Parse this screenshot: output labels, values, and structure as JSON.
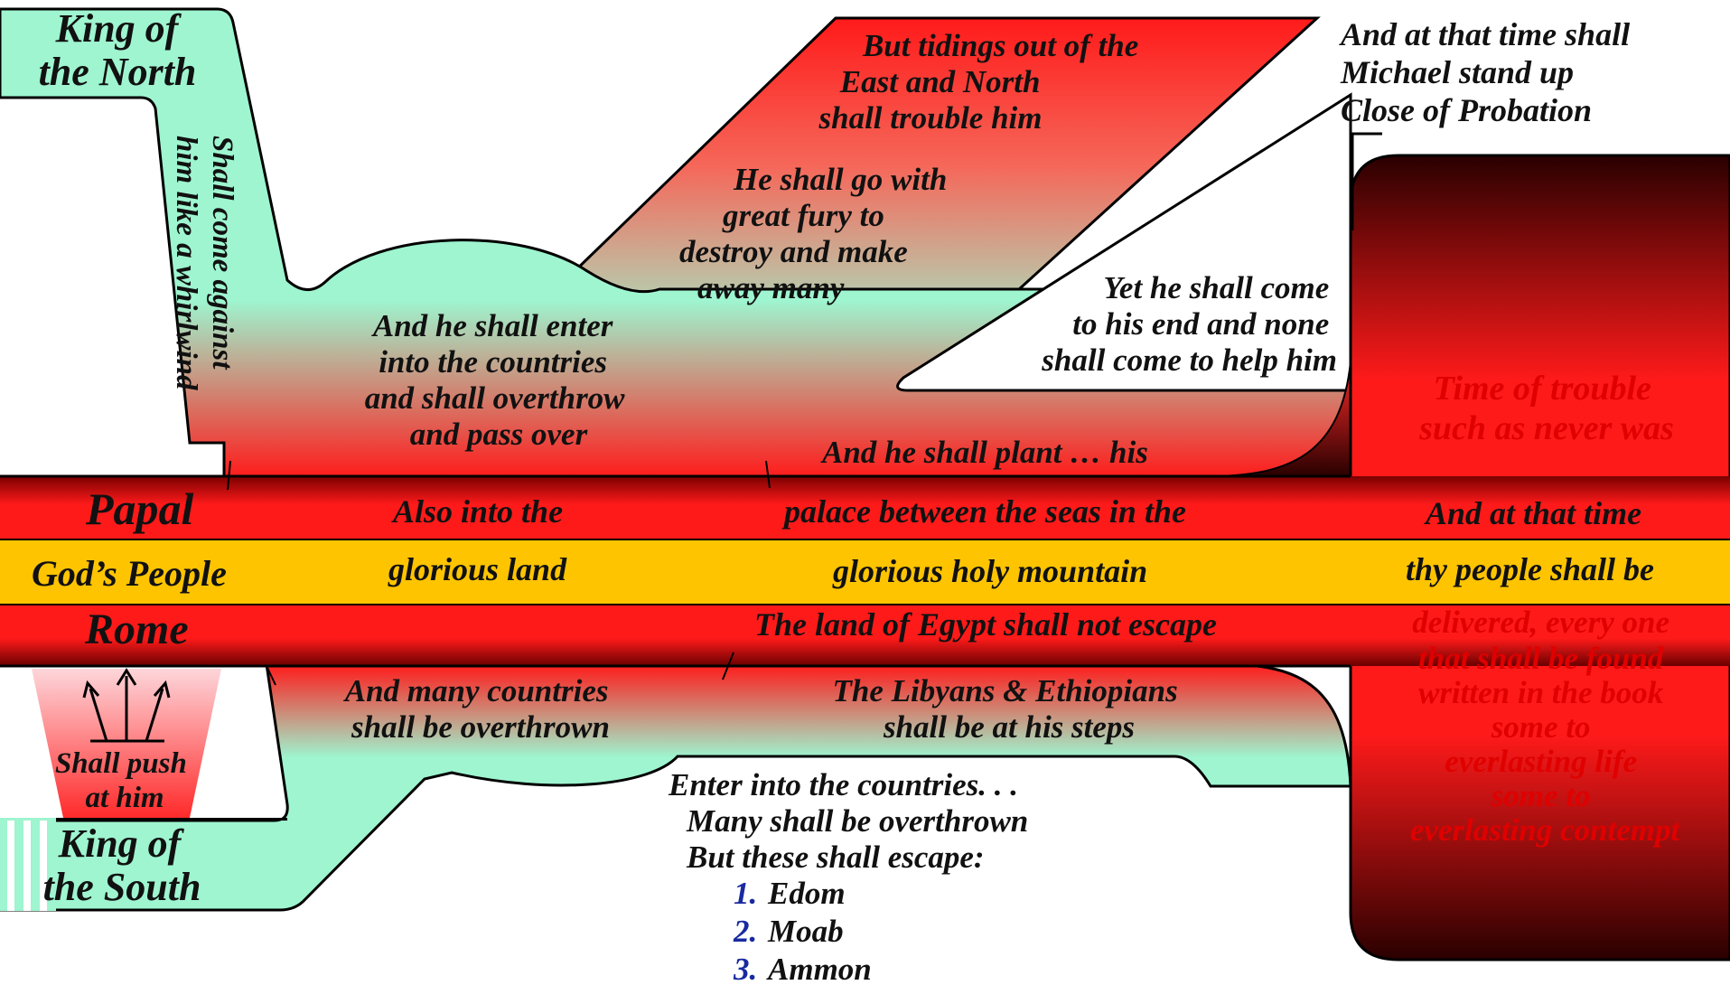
{
  "colors": {
    "aqua": "#9ef5d0",
    "red": "#ff1a1a",
    "dark_red": "#6a0000",
    "gold": "#ffc400",
    "pink": "#f7a0a8",
    "text": "#111111",
    "list_number": "#1a2aa0"
  },
  "labels": {
    "king_north": [
      "King of",
      "the North"
    ],
    "king_south": [
      "King of",
      "the South"
    ],
    "whirlwind": [
      "Shall come against",
      "him like a whirlwind"
    ],
    "push": [
      "Shall push",
      "at him"
    ],
    "tidings": [
      "But tidings out of the",
      "East and North",
      "shall trouble him"
    ],
    "fury": [
      "He shall go with",
      "great fury to",
      "destroy and make",
      "away many"
    ],
    "michael": [
      "And at that time shall",
      "Michael stand up",
      "Close of Probation"
    ],
    "end": [
      "Yet he shall come",
      "to his end and none",
      "shall come to help him"
    ],
    "enter": [
      "And he shall enter",
      "into the countries",
      "and shall overthrow",
      "and pass over"
    ],
    "plant": "And he shall plant … his",
    "trouble": [
      "Time of trouble",
      "such as never was"
    ],
    "many_overthrown": [
      "And many countries",
      "shall be overthrown"
    ],
    "libyans": [
      "The Libyans & Ethiopians",
      "shall be at his steps"
    ],
    "enter_list": [
      "Enter into the countries. . .",
      "Many shall be overthrown",
      "But these shall escape:"
    ],
    "escapees": [
      {
        "num": "1.",
        "name": "Edom"
      },
      {
        "num": "2.",
        "name": "Moab"
      },
      {
        "num": "3.",
        "name": "Ammon"
      }
    ]
  },
  "bands": {
    "papal": {
      "name": "Papal",
      "texts": [
        "Also into the",
        "palace between the seas in the",
        "And at that time"
      ]
    },
    "gods_people": {
      "name": "God’s People",
      "texts": [
        "glorious land",
        "glorious holy mountain",
        "thy people shall be"
      ]
    },
    "rome": {
      "name": "Rome",
      "texts": [
        "The land of Egypt shall not escape"
      ]
    }
  },
  "delivered": [
    "delivered, every one",
    "that shall be found",
    "written in the book",
    "some to",
    "everlasting life",
    "some to",
    "everlasting contempt"
  ]
}
